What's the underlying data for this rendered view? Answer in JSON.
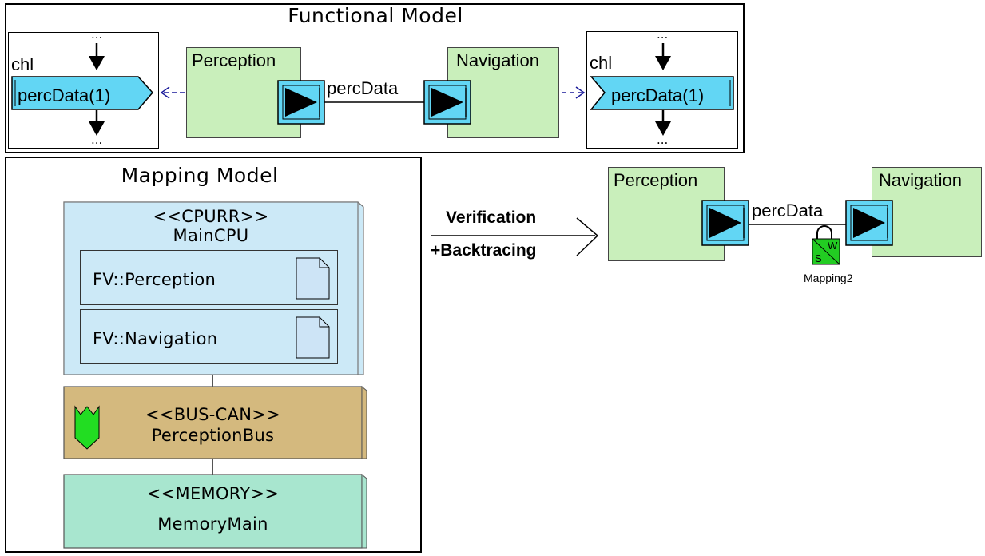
{
  "functional_model": {
    "title": "Functional Model",
    "perception_label": "Perception",
    "navigation_label": "Navigation",
    "connection_label": "percData",
    "left_sequence": {
      "channel_label": "chl",
      "signal_label": "percData(1)",
      "ellipsis_top": "...",
      "ellipsis_bottom": "..."
    },
    "right_sequence": {
      "channel_label": "chl",
      "signal_label": "percData(1)",
      "ellipsis_top": "...",
      "ellipsis_bottom": "..."
    }
  },
  "mapping_model": {
    "title": "Mapping Model",
    "cpu_node": {
      "stereotype": "<<CPURR>>",
      "name": "MainCPU"
    },
    "artifacts": [
      {
        "label": "FV::Perception"
      },
      {
        "label": "FV::Navigation"
      }
    ],
    "bus_node": {
      "stereotype": "<<BUS-CAN>>",
      "name": "PerceptionBus"
    },
    "memory_node": {
      "stereotype": "<<MEMORY>>",
      "name": "MemoryMain"
    }
  },
  "verification": {
    "line1": "Verification",
    "line2": "+Backtracing"
  },
  "result_diagram": {
    "perception_label": "Perception",
    "navigation_label": "Navigation",
    "connection_label": "percData",
    "lock": {
      "letter_s": "S",
      "letter_w": "W",
      "caption": "Mapping2"
    }
  },
  "colors": {
    "block_green": "#c9efbb",
    "port_cyan": "#62d6f4",
    "cpu_blue": "#cce9f7",
    "artifact_blue": "#cde4f6",
    "bus_tan": "#d4b97e",
    "memory_teal": "#a8e6cf",
    "shield_green": "#22dd22",
    "lock_green": "#22cc22",
    "dashed_arrow": "#1a1a9a"
  }
}
